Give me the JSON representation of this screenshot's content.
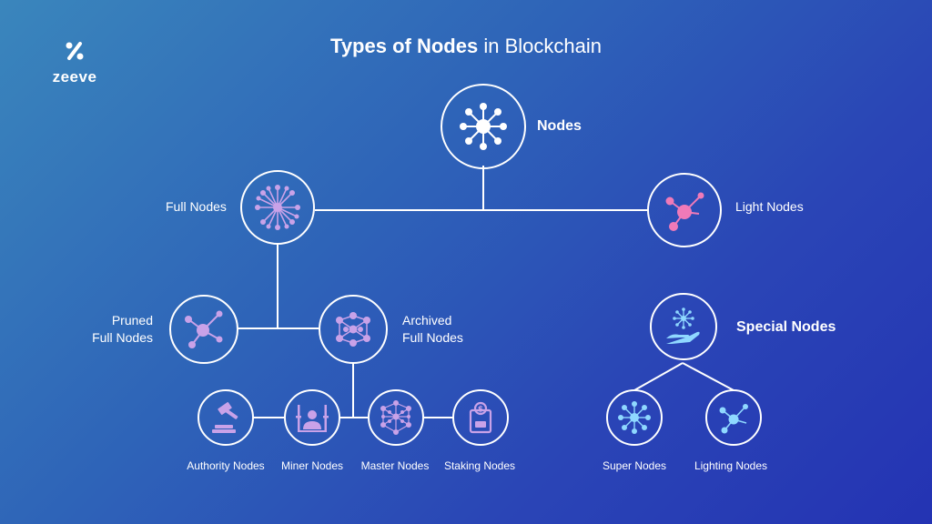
{
  "brand": {
    "name": "zeeve"
  },
  "title": {
    "bold": "Types of Nodes",
    "rest": "in Blockchain"
  },
  "labels": {
    "nodes": "Nodes",
    "full_nodes": "Full Nodes",
    "light_nodes": "Light Nodes",
    "pruned_line1": "Pruned",
    "pruned_line2": "Full Nodes",
    "archived_line1": "Archived",
    "archived_line2": "Full Nodes",
    "special_nodes": "Special Nodes",
    "authority_nodes": "Authority Nodes",
    "miner_nodes": "Miner Nodes",
    "master_nodes": "Master Nodes",
    "staking_nodes": "Staking Nodes",
    "super_nodes": "Super Nodes",
    "lighting_nodes": "Lighting Nodes"
  },
  "colors": {
    "accent_pink": "#f07ab8",
    "accent_purple": "#c9a2e8",
    "accent_blue": "#8fd8ff",
    "line": "#ffffff"
  },
  "icons": {
    "nodes": "network-hub-icon",
    "full_nodes": "starburst-network-icon",
    "light_nodes": "molecule-icon",
    "pruned": "molecule-icon",
    "archived": "neural-grid-icon",
    "authority": "gavel-icon",
    "miner": "worker-icon",
    "master": "mesh-network-icon",
    "staking": "clipboard-coin-icon",
    "special": "hand-network-icon",
    "super": "network-hub-icon",
    "lighting": "molecule-icon"
  }
}
